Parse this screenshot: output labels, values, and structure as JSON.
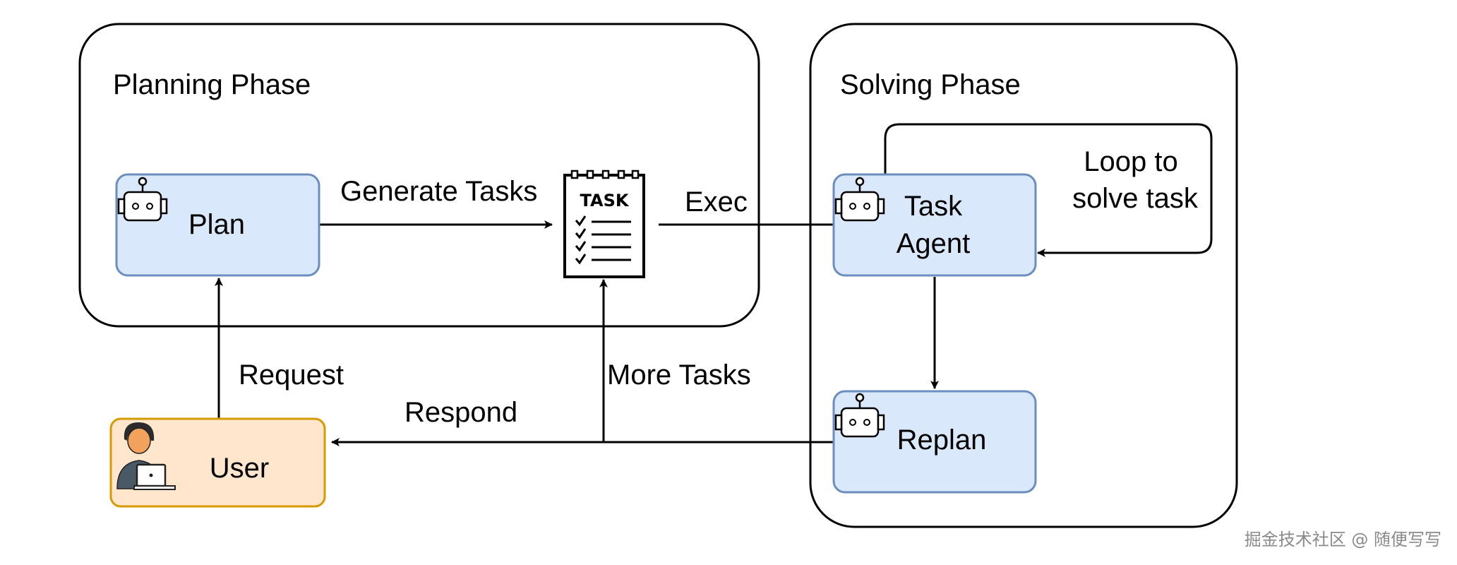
{
  "groups": {
    "planning": {
      "title": "Planning Phase"
    },
    "solving": {
      "title": "Solving Phase"
    }
  },
  "nodes": {
    "plan": {
      "label": "Plan",
      "icon": "robot-icon"
    },
    "task_list": {
      "label": "TASK",
      "icon": "task-checklist-icon"
    },
    "task_agent": {
      "label_line1": "Task",
      "label_line2": "Agent",
      "icon": "robot-icon"
    },
    "replan": {
      "label": "Replan",
      "icon": "robot-icon"
    },
    "user": {
      "label": "User",
      "icon": "user-laptop-icon"
    }
  },
  "edges": {
    "generate_tasks": "Generate Tasks",
    "exec": "Exec",
    "loop_line1": "Loop to",
    "loop_line2": "solve task",
    "request": "Request",
    "more_tasks": "More Tasks",
    "respond": "Respond"
  },
  "colors": {
    "agent_fill": "#dae8fc",
    "agent_stroke": "#6c8ebf",
    "user_fill": "#ffe6cc",
    "user_stroke": "#d79b00",
    "line": "#000000"
  },
  "watermark": "掘金技术社区 @ 随便写写"
}
